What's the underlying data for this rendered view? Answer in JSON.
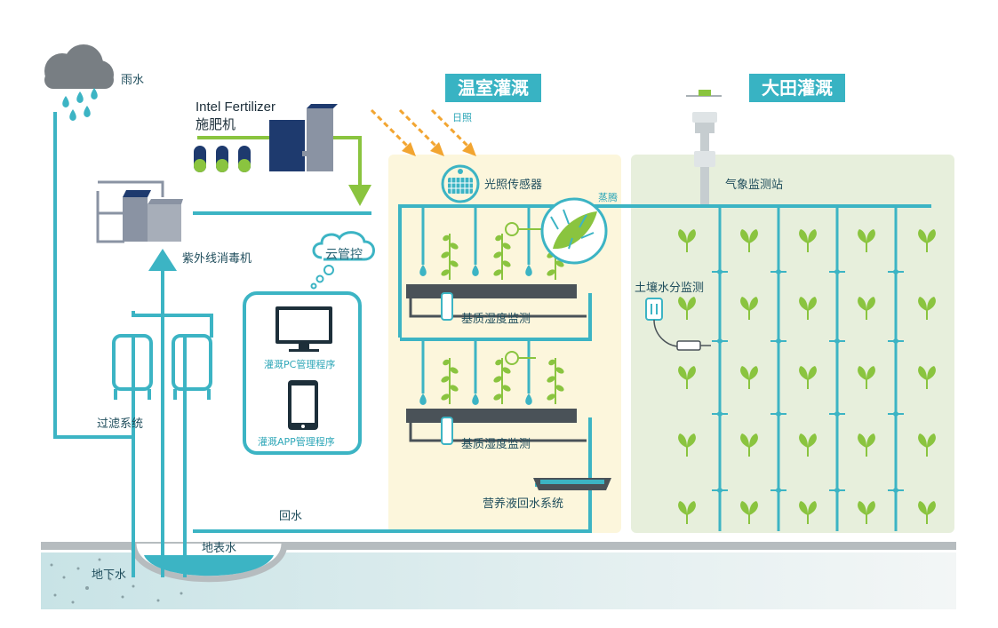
{
  "labels": {
    "rain": "雨水",
    "fertilizer_en": "Intel Fertilizer",
    "fertilizer_cn": "施肥机",
    "uv": "紫外线消毒机",
    "filter": "过滤系统",
    "cloud": "云管控",
    "pc": "灌溉PC管理程序",
    "app": "灌溉APP管理程序",
    "sunlight": "日照",
    "light_sensor": "光照传感器",
    "evaporation": "蒸腾",
    "substrate1": "基质湿度监测",
    "substrate2": "基质湿度监测",
    "nutrient_return": "营养液回水系统",
    "return_water": "回水",
    "surface_water": "地表水",
    "ground_water": "地下水",
    "weather_station": "气象监测站",
    "soil_moisture": "土壤水分监测"
  },
  "badges": {
    "greenhouse": "温室灌溉",
    "field": "大田灌溉"
  },
  "colors": {
    "pipe": "#3cb4c4",
    "arrow_orange": "#f2a531",
    "plant_green": "#8ac43f",
    "greenhouse_bg": "#fcf6dc",
    "field_bg": "#e7efdc",
    "ground": "#dce9ea",
    "badge": "#38b3c3"
  }
}
